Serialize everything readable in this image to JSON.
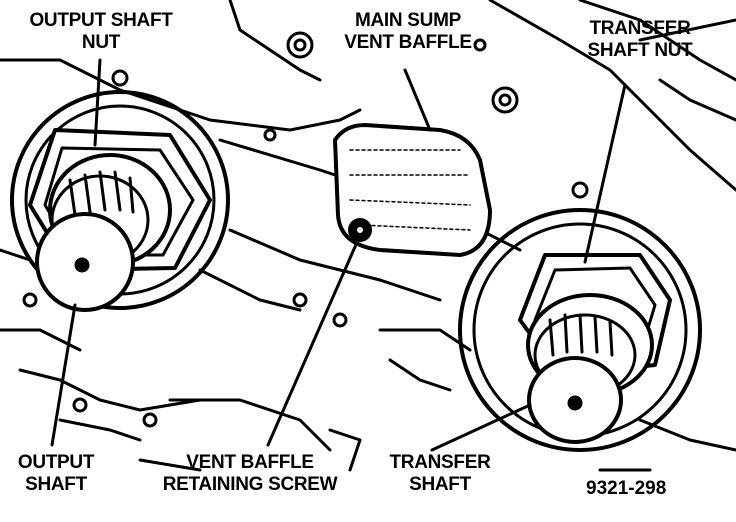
{
  "labels": {
    "output_shaft_nut": [
      "OUTPUT SHAFT",
      "NUT"
    ],
    "main_sump_vent_baffle": [
      "MAIN SUMP",
      "VENT BAFFLE"
    ],
    "transfer_shaft_nut": [
      "TRANSFER",
      "SHAFT NUT"
    ],
    "output_shaft": [
      "OUTPUT",
      "SHAFT"
    ],
    "vent_baffle_retaining_screw": [
      "VENT BAFFLE",
      "RETAINING SCREW"
    ],
    "transfer_shaft": [
      "TRANSFER",
      "SHAFT"
    ]
  },
  "figure_number": "9321-298",
  "colors": {
    "ink": "#000000",
    "paper": "#ffffff"
  }
}
